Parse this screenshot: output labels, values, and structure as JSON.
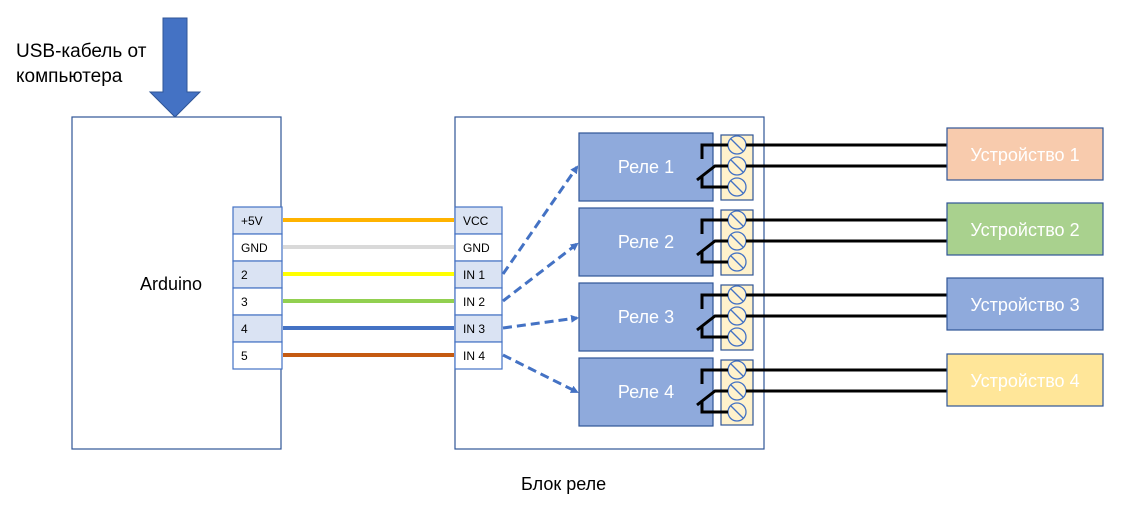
{
  "usb_label": {
    "line1": "USB-кабель от",
    "line2": "компьютера"
  },
  "arduino": {
    "label": "Arduino",
    "pins": [
      {
        "label": "+5V",
        "shaded": true
      },
      {
        "label": "GND",
        "shaded": false
      },
      {
        "label": "2",
        "shaded": true
      },
      {
        "label": "3",
        "shaded": false
      },
      {
        "label": "4",
        "shaded": true
      },
      {
        "label": "5",
        "shaded": false
      }
    ]
  },
  "relay_block": {
    "caption": "Блок реле",
    "pins": [
      {
        "label": "VCC",
        "shaded": true
      },
      {
        "label": "GND",
        "shaded": false
      },
      {
        "label": "IN 1",
        "shaded": true
      },
      {
        "label": "IN 2",
        "shaded": false
      },
      {
        "label": "IN 3",
        "shaded": true
      },
      {
        "label": "IN 4",
        "shaded": false
      }
    ],
    "relays": [
      {
        "label": "Реле 1"
      },
      {
        "label": "Реле 2"
      },
      {
        "label": "Реле 3"
      },
      {
        "label": "Реле 4"
      }
    ]
  },
  "wires": [
    {
      "from": "+5V",
      "to": "VCC",
      "color": "#FFB300"
    },
    {
      "from": "GND",
      "to": "GND",
      "color": "#D9D9D9"
    },
    {
      "from": "2",
      "to": "IN 1",
      "color": "#FFFF00"
    },
    {
      "from": "3",
      "to": "IN 2",
      "color": "#92D050"
    },
    {
      "from": "4",
      "to": "IN 3",
      "color": "#4472C4"
    },
    {
      "from": "5",
      "to": "IN 4",
      "color": "#C55A11"
    }
  ],
  "devices": [
    {
      "label": "Устройство 1",
      "color": "#F8CBAD"
    },
    {
      "label": "Устройство 2",
      "color": "#A9D18E"
    },
    {
      "label": "Устройство 3",
      "color": "#8FAADC"
    },
    {
      "label": "Устройство 4",
      "color": "#FFE699"
    }
  ],
  "colors": {
    "accent": "#4472C4",
    "outline": "#2F5597",
    "pin_shaded": "#DAE3F3",
    "relay_fill": "#8FAADC",
    "terminal_fill": "#FFF2CC"
  }
}
